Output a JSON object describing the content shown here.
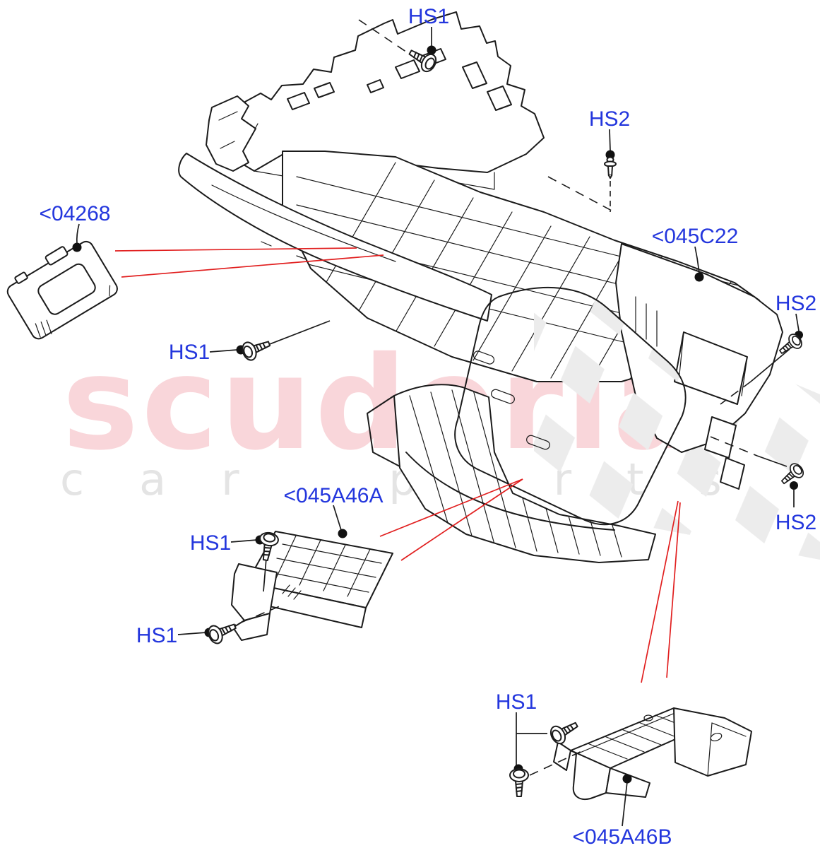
{
  "diagram": {
    "title": "center console exploded parts diagram",
    "labels": [
      {
        "id": "hs1-top",
        "text": "HS1"
      },
      {
        "id": "hs2-top",
        "text": "HS2"
      },
      {
        "id": "part-04268",
        "text": "<04268"
      },
      {
        "id": "part-045c22",
        "text": "<045C22"
      },
      {
        "id": "hs2-right-upper",
        "text": "HS2"
      },
      {
        "id": "hs1-mid-left",
        "text": "HS1"
      },
      {
        "id": "part-045a46a",
        "text": "<045A46A"
      },
      {
        "id": "hs1-bracket-a-upper",
        "text": "HS1"
      },
      {
        "id": "hs1-bracket-a-lower",
        "text": "HS1"
      },
      {
        "id": "hs2-right-lower",
        "text": "HS2"
      },
      {
        "id": "hs1-bottom",
        "text": "HS1"
      },
      {
        "id": "part-045a46b",
        "text": "<045A46B"
      }
    ],
    "colors": {
      "label_blue": "#2336dd",
      "leader_red": "#e11f1f",
      "line_black": "#1b1b1b",
      "watermark_pink": "#f9d6da",
      "watermark_gray": "#e4e4e4",
      "checker_gray": "#ececec"
    },
    "watermark": {
      "primary": "scuderia",
      "secondary": "car parts"
    }
  }
}
